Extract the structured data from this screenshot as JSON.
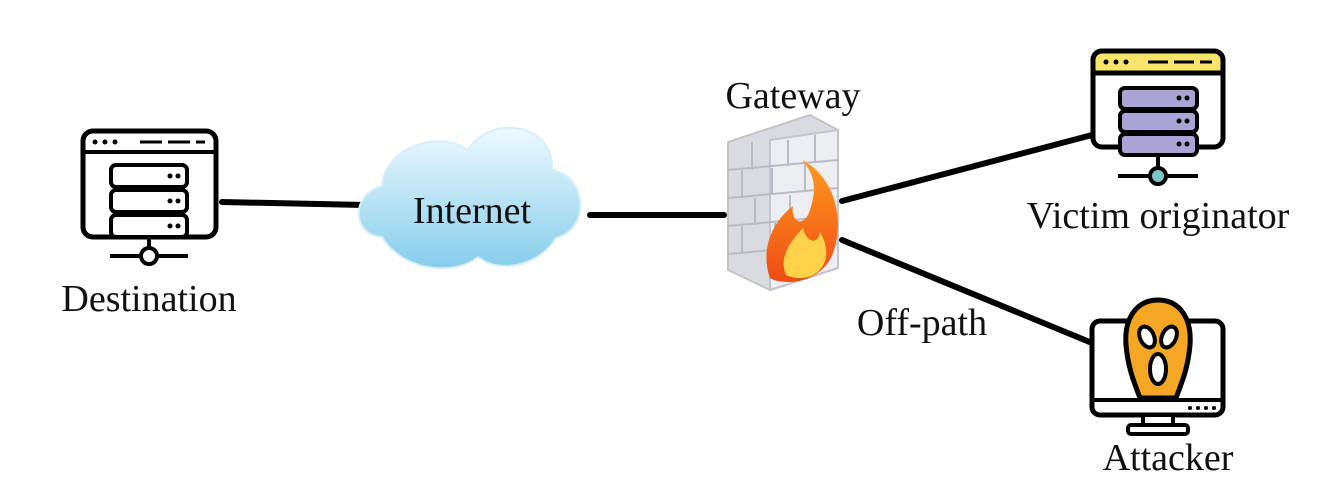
{
  "nodes": {
    "destination": {
      "label": "Destination",
      "icon": "server-icon"
    },
    "internet": {
      "label": "Internet",
      "icon": "cloud-icon"
    },
    "gateway": {
      "label": "Gateway",
      "icon": "firewall-icon"
    },
    "victim": {
      "label": "Victim originator",
      "icon": "server-icon"
    },
    "attacker": {
      "label": "Attacker",
      "icon": "ghost-monitor-icon"
    }
  },
  "edges": {
    "attacker_link_label": "Off-path"
  },
  "colors": {
    "line": "#000000",
    "cloud_light": "#e6f6fd",
    "cloud_dark": "#8fd2ef",
    "firewall_brick": "#d7d9de",
    "flame_outer": "#f26a1b",
    "flame_inner": "#ffd24a",
    "victim_header": "#f7e56b",
    "victim_server": "#a9a4d6",
    "server_node": "#79c7c2",
    "ghost_mask": "#f5a623"
  }
}
